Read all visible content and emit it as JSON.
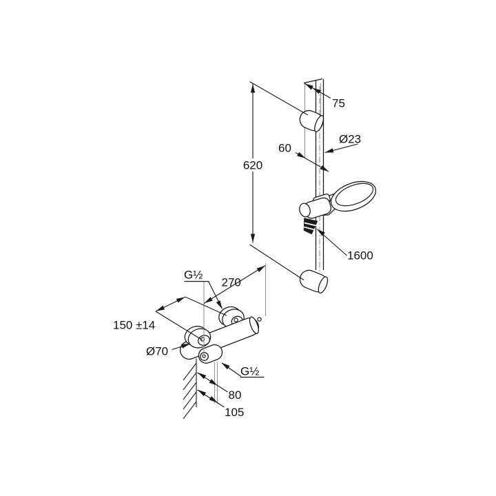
{
  "drawing": {
    "type": "technical-dimension-drawing",
    "subject": "shower set: wall bar with hand shower, shower hose and thermostatic mixer",
    "colors": {
      "background": "#ffffff",
      "line": "#1a1a1a",
      "extension_line": "#8f9396"
    },
    "labels": {
      "rail_top_offset": "75",
      "rail_diameter": "Ø23",
      "rail_wall_offset": "60",
      "rail_length": "620",
      "hose_length": "1600",
      "inlet_thread": "G½",
      "mixer_width": "270",
      "inlet_spacing": "150 ±14",
      "escutcheon_diameter": "Ø70",
      "outlet_thread": "G½",
      "outlet_projection": "80",
      "total_projection": "105"
    }
  }
}
